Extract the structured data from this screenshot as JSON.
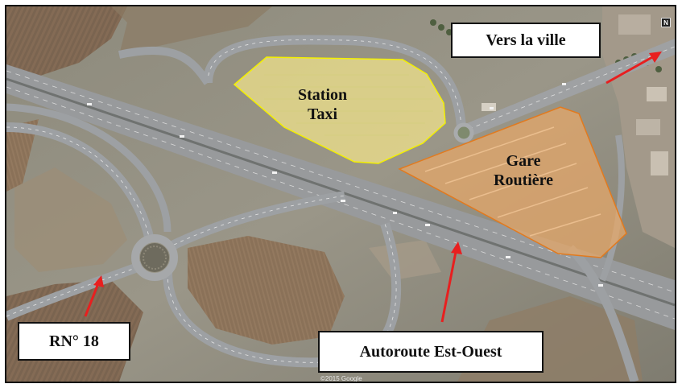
{
  "map": {
    "colors": {
      "taxi_zone_fill": "#f2e58a",
      "taxi_zone_stroke": "#f4f000",
      "bus_zone_fill": "#e7a768",
      "bus_zone_stroke": "#e27a1e",
      "arrow": "#e81f1f",
      "road": "#9da0a3",
      "road_marking": "#e6e6e6"
    },
    "zones": {
      "taxi_station": {
        "label_line1": "Station",
        "label_line2": "Taxi"
      },
      "bus_station": {
        "label_line1": "Gare",
        "label_line2": "Routière"
      }
    },
    "callouts": {
      "city": "Vers la ville",
      "national_road": "RN° 18",
      "highway": "Autoroute Est-Ouest"
    },
    "compass_icon": "north-indicator-icon",
    "compass_letter": "N",
    "copyright": "©2015 Google"
  }
}
